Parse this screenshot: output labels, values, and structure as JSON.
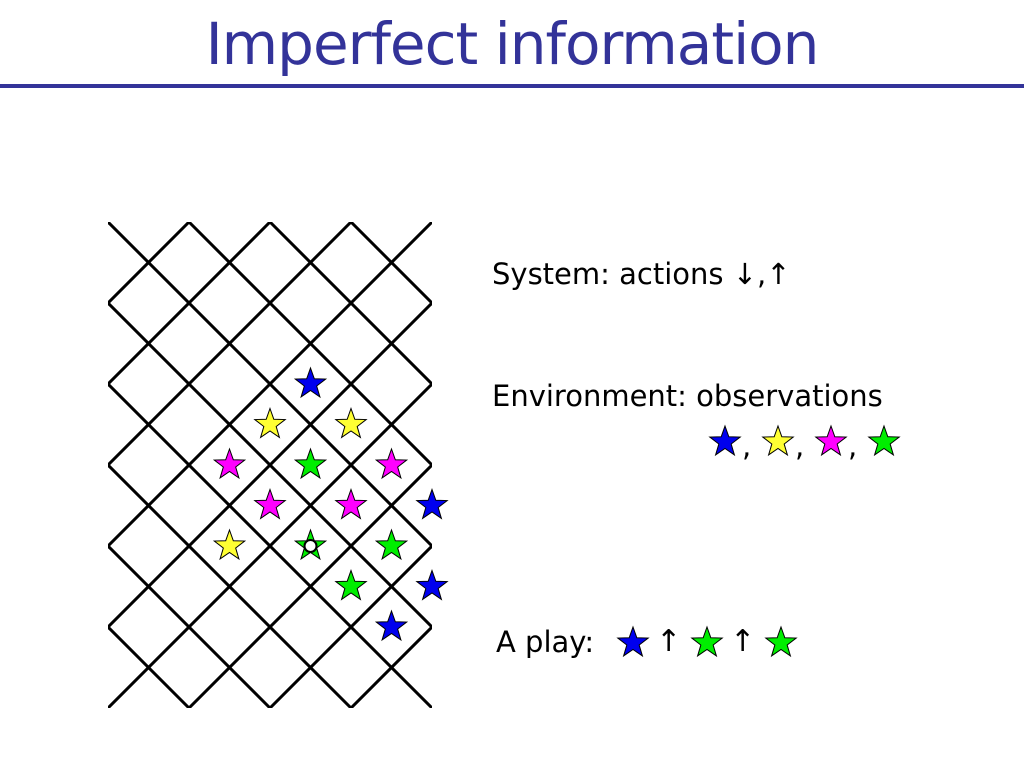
{
  "slide": {
    "title": "Imperfect information"
  },
  "system": {
    "label": "System: actions",
    "actions": "↓,↑"
  },
  "environment": {
    "label": "Environment: observations",
    "observations": [
      "blue",
      "yellow",
      "magenta",
      "green"
    ],
    "separator": ","
  },
  "play": {
    "label": "A play:",
    "sequence": [
      "blue",
      "↑",
      "green",
      "↑",
      "green"
    ]
  },
  "colors": {
    "title": "#333399",
    "blue": "#0000ee",
    "yellow": "#ffff33",
    "magenta": "#ff00ff",
    "green": "#00ee00",
    "grid": "#000000"
  },
  "grid_stars": [
    {
      "color": "blue",
      "col": 5,
      "row": 4
    },
    {
      "color": "yellow",
      "col": 4,
      "row": 5
    },
    {
      "color": "yellow",
      "col": 6,
      "row": 5
    },
    {
      "color": "magenta",
      "col": 3,
      "row": 6
    },
    {
      "color": "green",
      "col": 5,
      "row": 6
    },
    {
      "color": "magenta",
      "col": 7,
      "row": 6
    },
    {
      "color": "magenta",
      "col": 4,
      "row": 7
    },
    {
      "color": "magenta",
      "col": 6,
      "row": 7
    },
    {
      "color": "blue",
      "col": 8,
      "row": 7
    },
    {
      "color": "yellow",
      "col": 3,
      "row": 8
    },
    {
      "color": "green",
      "col": 5,
      "row": 8,
      "marker": "circle"
    },
    {
      "color": "green",
      "col": 7,
      "row": 8
    },
    {
      "color": "green",
      "col": 6,
      "row": 9
    },
    {
      "color": "blue",
      "col": 8,
      "row": 9
    },
    {
      "color": "blue",
      "col": 7,
      "row": 10
    }
  ]
}
